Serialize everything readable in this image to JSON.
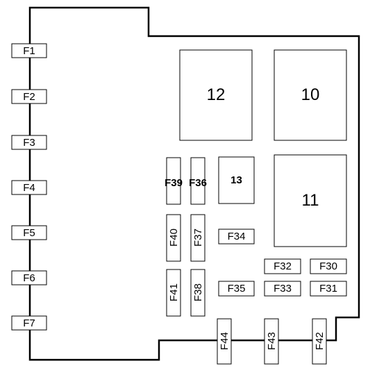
{
  "left_fuses": [
    "F1",
    "F2",
    "F3",
    "F4",
    "F5",
    "F6",
    "F7"
  ],
  "relays": {
    "r12": "12",
    "r10": "10",
    "r13": "13",
    "r11": "11"
  },
  "fuses": {
    "f39": "F39",
    "f36": "F36",
    "f40": "F40",
    "f37": "F37",
    "f41": "F41",
    "f38": "F38",
    "f34": "F34",
    "f35": "F35",
    "f32": "F32",
    "f30": "F30",
    "f33": "F33",
    "f31": "F31",
    "f44": "F44",
    "f43": "F43",
    "f42": "F42"
  }
}
